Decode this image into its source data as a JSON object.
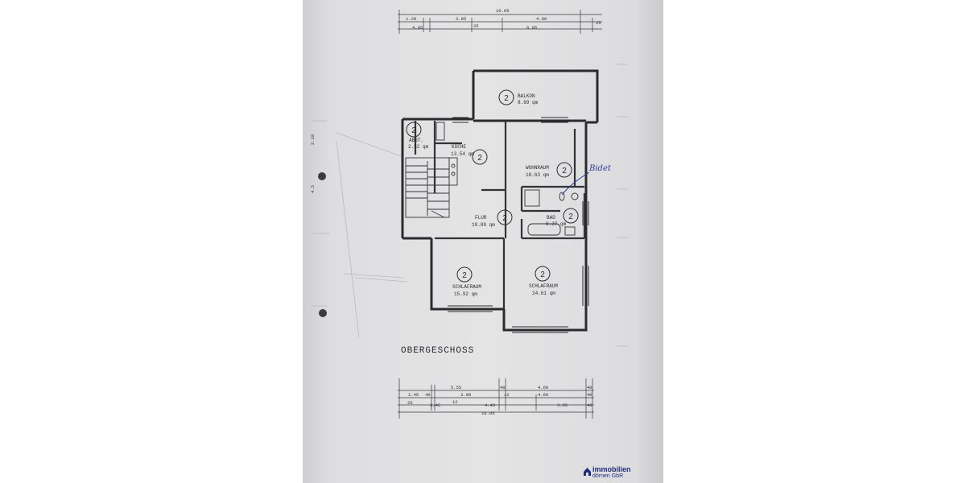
{
  "plan": {
    "title": "OBERGESCHOSS",
    "unit_count": "2",
    "handwritten_note": "Bidet",
    "rooms": {
      "balkon": {
        "name": "BALKON",
        "area": "8.69 qm"
      },
      "abst": {
        "name": "ABST.",
        "area": "2.52 qm"
      },
      "kueche": {
        "name": "KÜCHE",
        "area": "13.54 qm"
      },
      "wohnraum": {
        "name": "WOHNRAUM",
        "area": "18.63 qm"
      },
      "bad": {
        "name": "BAD",
        "area": "8.37 qm"
      },
      "flur": {
        "name": "FLUR",
        "area": "10.89 qm"
      },
      "schlafraum_1": {
        "name": "SCHLAFRAUM",
        "area": "15.92 qm"
      },
      "schlafraum_2": {
        "name": "SCHLAFRAUM",
        "area": "24.61 qm"
      }
    },
    "top_dimensions": {
      "row1": [
        "10.95"
      ],
      "row2": [
        "1.20",
        "3.85",
        "4.00",
        "25"
      ],
      "row3": [
        "4.05",
        "25",
        "6.95"
      ]
    },
    "bottom_dimensions": {
      "row1": [
        "5.55",
        "40",
        "4.60",
        "40"
      ],
      "row2": [
        "1.45",
        "40",
        "3.98",
        "12",
        "4.60",
        "40"
      ],
      "row3": [
        "25",
        "2.45",
        "12",
        "4.43",
        "3.05",
        "40"
      ],
      "row4": [
        "10.95"
      ]
    },
    "left_dimensions": [
      "2.18",
      "4.5"
    ]
  },
  "logo": {
    "line1": "immobilien",
    "line2": "dörnen GbR"
  },
  "colors": {
    "page_background": "#ffffff",
    "paper": "#e2e2e4",
    "ink": "#2c2c2e",
    "handwriting": "#2b3a9a",
    "logo": "#1e2d7a"
  }
}
